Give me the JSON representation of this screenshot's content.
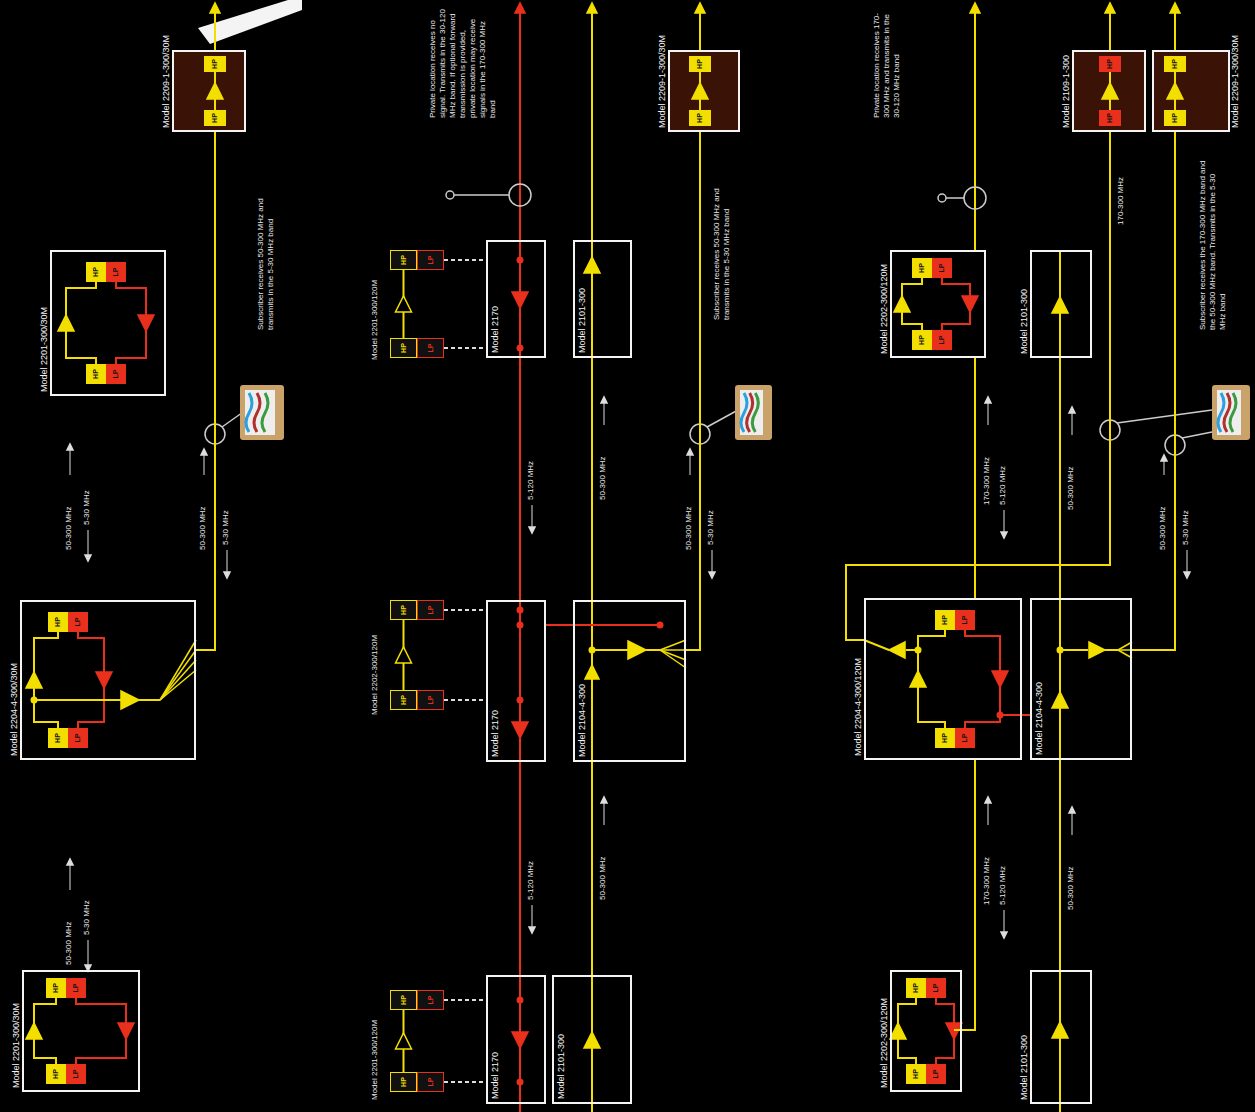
{
  "diagram": {
    "nodes": [
      {
        "text": [
          "Model 2201-300/30M"
        ]
      },
      {
        "text": [
          "HP",
          "LP"
        ],
        "in": 0
      },
      {
        "text": [
          "HP",
          "LP"
        ],
        "in": 0
      },
      {
        "text": [
          "Model 2204-4-300/30M"
        ]
      },
      {
        "text": [
          "HP",
          "LP"
        ],
        "in": 3
      },
      {
        "text": [
          "HP",
          "LP"
        ],
        "in": 3
      },
      {
        "text": [
          "Model 2201-300/30M"
        ]
      },
      {
        "text": [
          "HP",
          "LP"
        ],
        "in": 6
      },
      {
        "text": [
          "HP",
          "LP"
        ],
        "in": 6
      },
      {
        "text": [
          "Model 2209-1-300/30M"
        ]
      },
      {
        "text": [
          "HP"
        ],
        "in": 9
      },
      {
        "text": [
          "HP"
        ],
        "in": 9
      },
      {
        "text": [
          "HP",
          "LP"
        ]
      },
      {
        "text": [
          "HP",
          "LP"
        ]
      },
      {
        "text": [
          "Model 2170"
        ]
      },
      {
        "text": [
          "Model 2101-300"
        ]
      },
      {
        "text": [
          "HP",
          "LP"
        ]
      },
      {
        "text": [
          "HP",
          "LP"
        ]
      },
      {
        "text": [
          "Model 2170"
        ]
      },
      {
        "text": [
          "Model 2104-4-300"
        ]
      },
      {
        "text": [
          "HP",
          "LP"
        ]
      },
      {
        "text": [
          "HP",
          "LP"
        ]
      },
      {
        "text": [
          "Model 2170"
        ]
      },
      {
        "text": [
          "Model 2101-300"
        ]
      },
      {
        "text": [
          "Model 2209-1-300/30M"
        ]
      },
      {
        "text": [
          "HP"
        ],
        "in": 24
      },
      {
        "text": [
          "HP"
        ],
        "in": 24
      },
      {
        "text": [
          "Model 2202-300/120M"
        ]
      },
      {
        "text": [
          "HP",
          "LP"
        ],
        "in": 27
      },
      {
        "text": [
          "HP",
          "LP"
        ],
        "in": 27
      },
      {
        "text": [
          "Model 2101-300"
        ]
      },
      {
        "text": [
          "Model 2204-4-300/120M"
        ]
      },
      {
        "text": [
          "HP",
          "LP"
        ],
        "in": 31
      },
      {
        "text": [
          "HP",
          "LP"
        ],
        "in": 31
      },
      {
        "text": [
          "Model 2104-4-300"
        ]
      },
      {
        "text": [
          "Model 2202-300/120M"
        ]
      },
      {
        "text": [
          "HP",
          "LP"
        ],
        "in": 35
      },
      {
        "text": [
          "HP",
          "LP"
        ],
        "in": 35
      },
      {
        "text": [
          "Model 2101-300"
        ]
      },
      {
        "text": [
          "Model 2109-1-300"
        ]
      },
      {
        "text": [
          "HP"
        ],
        "in": 39
      },
      {
        "text": [
          "HP"
        ],
        "in": 39
      },
      {
        "text": [
          "Model 2209-1-300/30M"
        ]
      },
      {
        "text": [
          "HP"
        ],
        "in": 42
      },
      {
        "text": [
          "HP"
        ],
        "in": 42
      }
    ],
    "edges": [
      {
        "from": 3,
        "to": 9,
        "arrow": "none"
      },
      {
        "from": 14,
        "to": 18,
        "arrow": "none"
      },
      {
        "from": 18,
        "to": 22,
        "arrow": "none"
      },
      {
        "from": 15,
        "to": 19,
        "arrow": "none"
      },
      {
        "from": 19,
        "to": 23,
        "arrow": "none"
      },
      {
        "from": 19,
        "to": 24,
        "arrow": "none"
      },
      {
        "from": 18,
        "to": 19,
        "arrow": "none"
      },
      {
        "from": 12,
        "to": 14,
        "arrow": "none"
      },
      {
        "from": 13,
        "to": 14,
        "arrow": "none"
      },
      {
        "from": 16,
        "to": 18,
        "arrow": "none"
      },
      {
        "from": 17,
        "to": 18,
        "arrow": "none"
      },
      {
        "from": 20,
        "to": 22,
        "arrow": "none"
      },
      {
        "from": 21,
        "to": 22,
        "arrow": "none"
      },
      {
        "from": 27,
        "to": 31,
        "arrow": "none"
      },
      {
        "from": 31,
        "to": 35,
        "arrow": "none"
      },
      {
        "from": 30,
        "to": 34,
        "arrow": "none"
      },
      {
        "from": 34,
        "to": 38,
        "arrow": "none"
      },
      {
        "from": 31,
        "to": 39,
        "arrow": "none"
      },
      {
        "from": 34,
        "to": 42,
        "arrow": "none"
      },
      {
        "from": 31,
        "to": 34,
        "arrow": "none"
      }
    ],
    "labels": [
      "50-300 MHz",
      "5-30 MHz",
      "50-300 MHz",
      "5-30 MHz",
      "50-300 MHz",
      "5-30 MHz",
      "Subscriber receives 50-300 MHz and transmits in the 5-30 MHz band",
      "Model 2201-300/120M",
      "5-120 MHz",
      "50-300 MHz",
      "Model 2202-300/120M",
      "5-120 MHz",
      "50-300 MHz",
      "Model 2201-300/120M",
      "Private location receives no signal. Transmits in the 30-120 MHz band. If optional forward transmission is provided, private location may receive signals in the 170-300 MHz band",
      "50-300 MHz",
      "5-30 MHz",
      "Subscriber receives 50-300 MHz and transmits in the 5-30 MHz band",
      "170-300 MHz",
      "5-120 MHz",
      "50-300 MHz",
      "170-300 MHz",
      "5-120 MHz",
      "50-300 MHz",
      "Private location receives 170-300 MHz and transmits in the 30-120 MHz band",
      "170-300 MHz",
      "50-300 MHz",
      "5-30 MHz",
      "Subscriber receives the 170-300 MHz band and the 50-300 MHz band. Transmits in the 5-30 MHz band"
    ]
  }
}
